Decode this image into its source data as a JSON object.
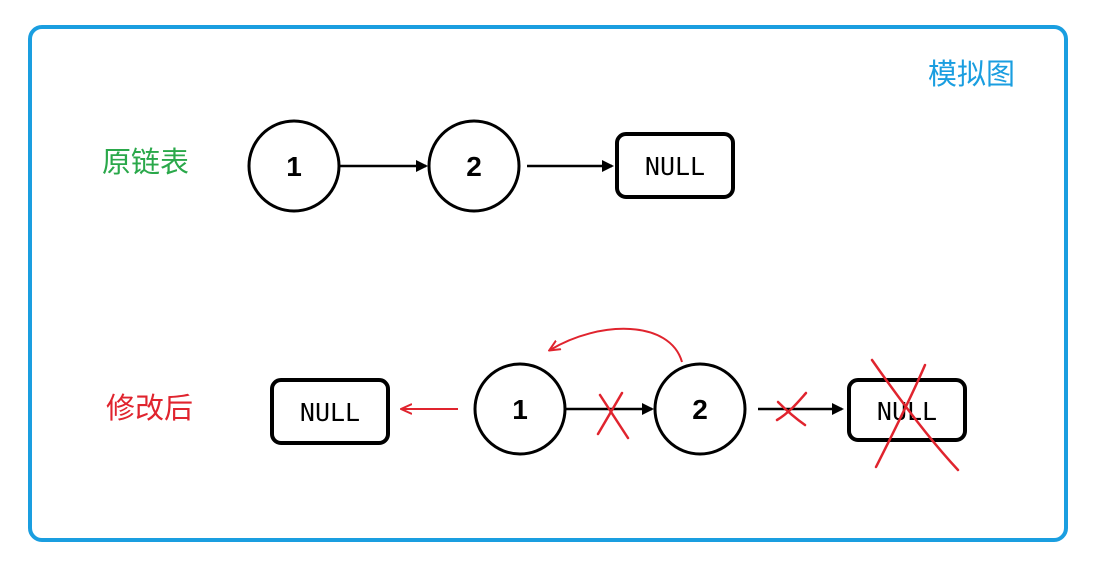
{
  "title": "模拟图",
  "colors": {
    "frame": "#1a9ee0",
    "title": "#1a9ee0",
    "original_label": "#2aa84a",
    "modified_label": "#e0242e",
    "edit_mark": "#e0242e",
    "node": "#000000"
  },
  "original": {
    "label": "原链表",
    "nodes": [
      "1",
      "2"
    ],
    "terminal": "NULL"
  },
  "modified": {
    "label": "修改后",
    "terminal": "NULL",
    "nodes": [
      "1",
      "2"
    ],
    "crossed_terminal": "NULL"
  }
}
